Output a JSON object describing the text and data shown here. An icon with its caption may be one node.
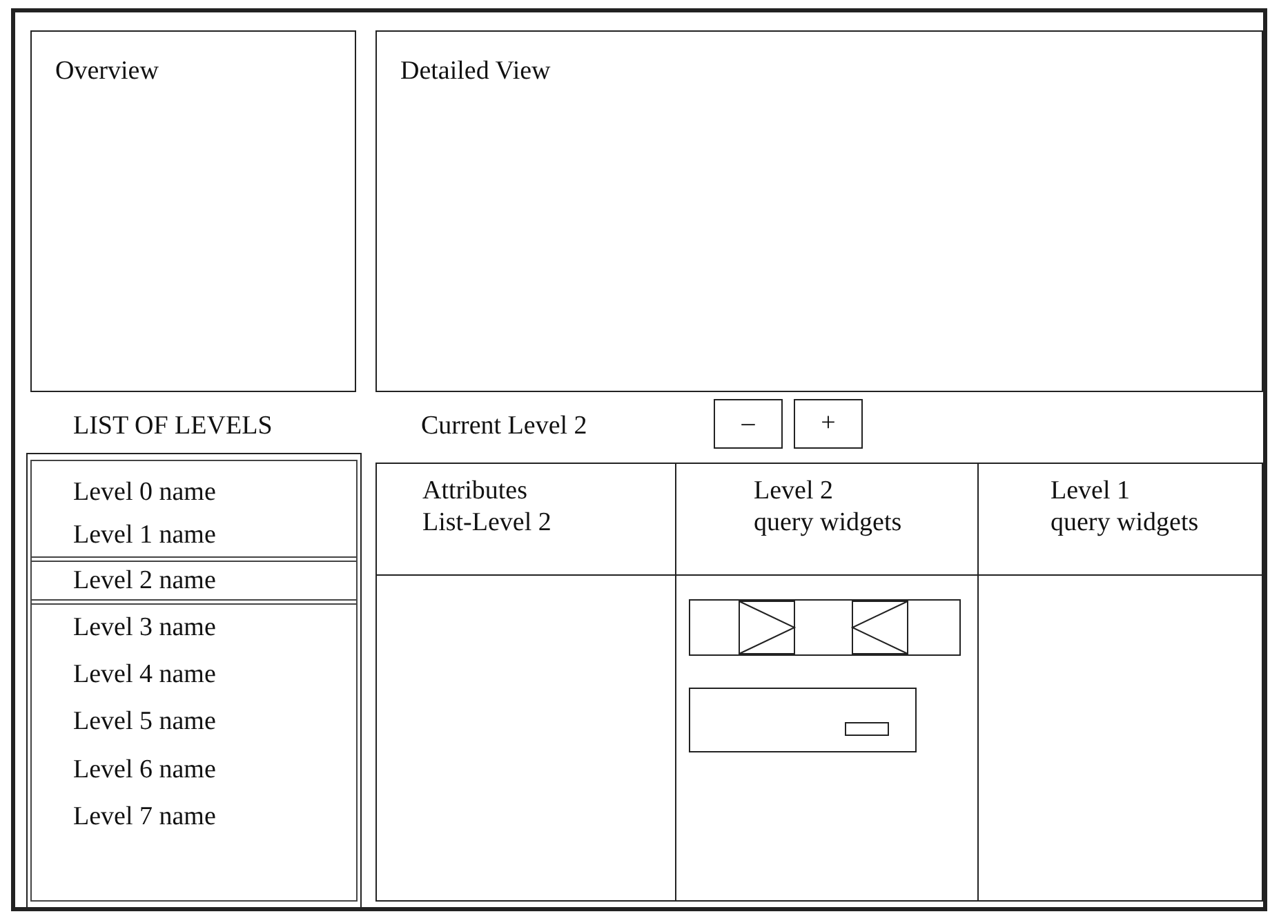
{
  "diagram": {
    "nodes": [
      {
        "text": [],
        "shape": "box"
      },
      {
        "text": [
          "Overview"
        ],
        "in": 0
      },
      {
        "text": [
          "Detailed View"
        ],
        "in": 0
      },
      {
        "text": [
          "–"
        ],
        "in": 0
      },
      {
        "text": [
          "+"
        ],
        "in": 0
      },
      {
        "text": [],
        "shape": "box",
        "in": 0
      },
      {
        "text": [
          "Level 2 name"
        ],
        "in": 5
      },
      {
        "text": [],
        "shape": "box",
        "in": 0
      },
      {
        "text": [
          "Attributes List-Level 2"
        ],
        "in": 7
      },
      {
        "text": [
          "Level 2 query widgets"
        ],
        "in": 7
      },
      {
        "text": [
          "Level 1 query widgets"
        ],
        "in": 7
      },
      {
        "text": [],
        "shape": "box",
        "in": 7
      },
      {
        "text": [],
        "shape": "box",
        "in": 7
      }
    ],
    "labels": [
      "LIST OF LEVELS",
      "Current Level 2",
      "Level 0 name",
      "Level 1 name",
      "Level 3 name",
      "Level 4 name",
      "Level 5 name",
      "Level 6 name",
      "Level 7 name"
    ]
  }
}
